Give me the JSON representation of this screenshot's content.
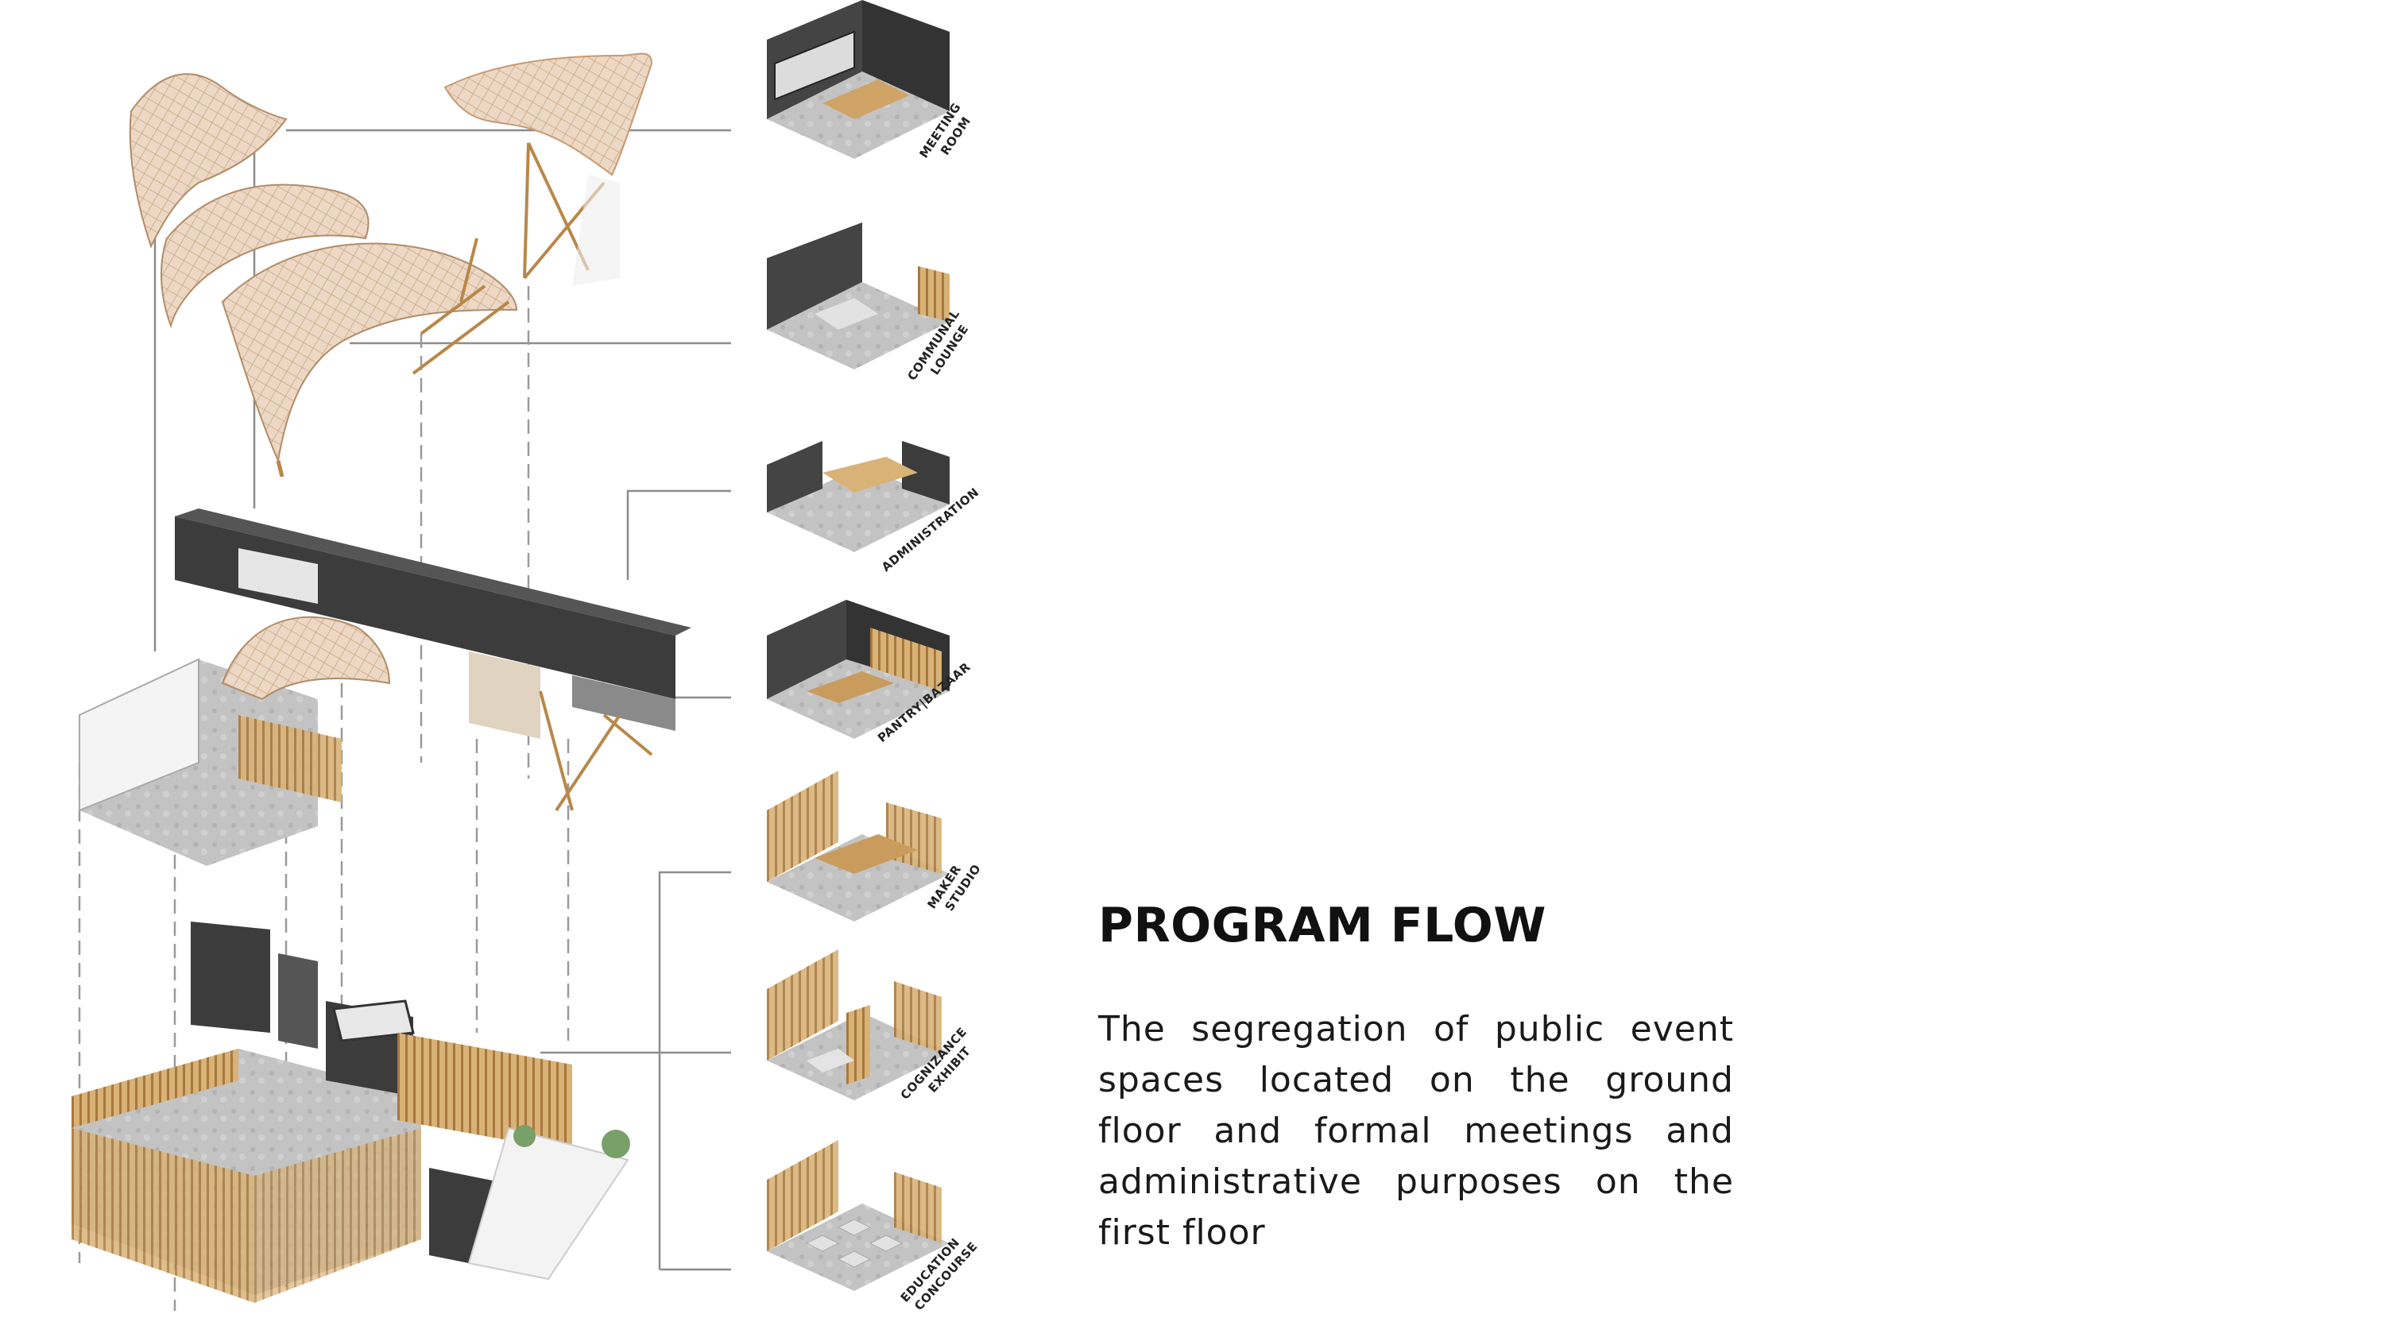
{
  "heading": "PROGRAM FLOW",
  "description": "The segregation of public event spaces located on the ground floor and formal meetings and administrative purposes on the first floor",
  "rooms": [
    {
      "line1": "MEETING",
      "line2": "ROOM"
    },
    {
      "line1": "COMMUNAL",
      "line2": "LOUNGE"
    },
    {
      "line1": "ADMINISTRATION",
      "line2": ""
    },
    {
      "line1": "PANTRY|BAZAAR",
      "line2": ""
    },
    {
      "line1": "MAKER",
      "line2": "STUDIO"
    },
    {
      "line1": "COGNIZANCE",
      "line2": "EXHIBIT"
    },
    {
      "line1": "EDUCATION",
      "line2": "CONCOURSE"
    }
  ],
  "colors": {
    "background": "#ffffff",
    "timber": "#c89a5a",
    "membrane": "#e9d3bd",
    "dark_wall": "#3c3c3c",
    "floor": "#bdbdbd",
    "leader_line": "#8c8c8c"
  }
}
